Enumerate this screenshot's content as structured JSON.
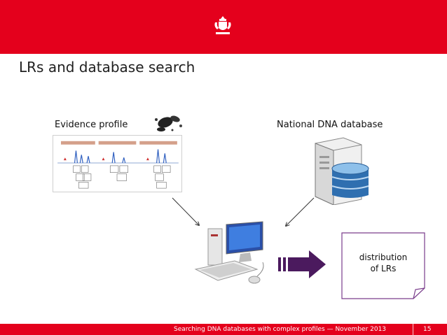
{
  "slide": {
    "title": "LRs and database search",
    "evidence_label": "Evidence profile",
    "database_label": "National DNA database",
    "result_line1": "distribution",
    "result_line2": "of LRs"
  },
  "footer": {
    "text": "Searching DNA databases with complex profiles — November 2013",
    "page": "15"
  },
  "colors": {
    "brand_red": "#e4001c",
    "arrow_purple": "#4b1a5e",
    "database_blue": "#2f6fb0"
  },
  "icons": [
    "crest-icon",
    "blood-stain-icon",
    "server-database-icon",
    "computer-icon",
    "right-arrow-icon",
    "note-icon"
  ]
}
